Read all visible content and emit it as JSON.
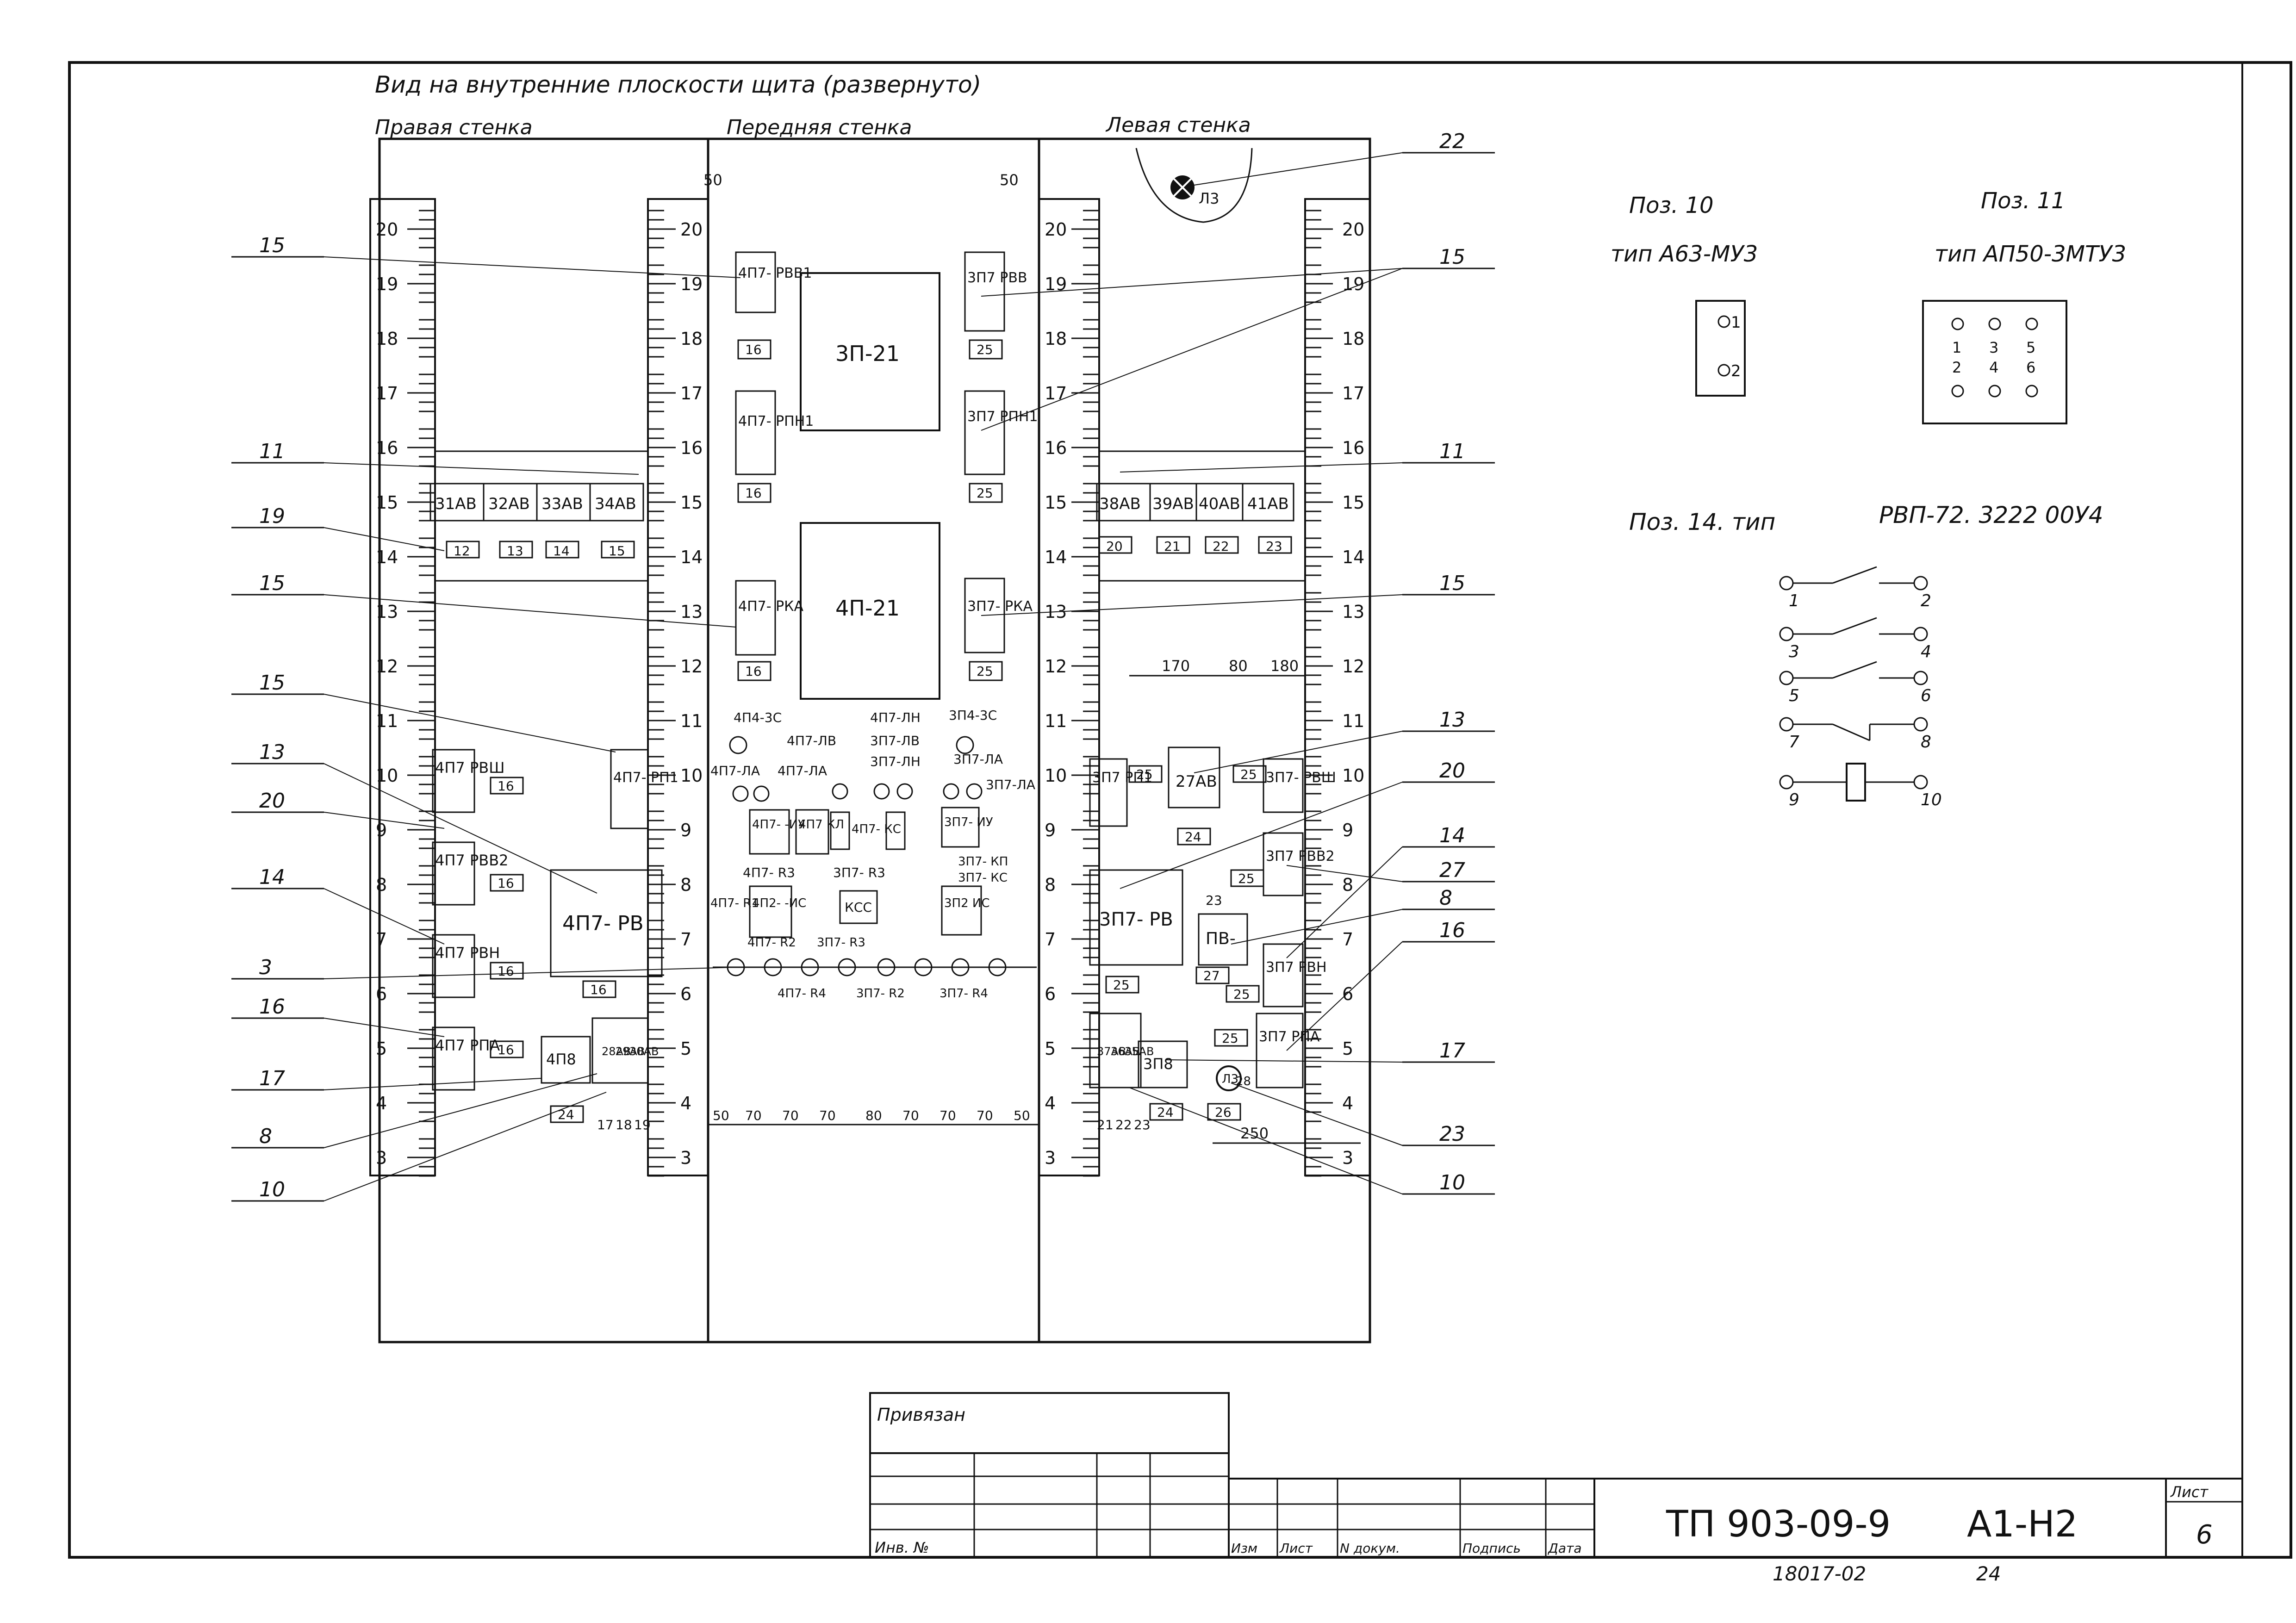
{
  "header": {
    "title": "Вид на внутренние плоскости щита (развернуто)",
    "right_wall": "Правая стенка",
    "front_wall": "Передняя стенка",
    "left_wall": "Левая стенка"
  },
  "ruler_ticks": [
    "20",
    "19",
    "18",
    "17",
    "16",
    "15",
    "14",
    "13",
    "12",
    "11",
    "10",
    "9",
    "8",
    "7",
    "6",
    "5",
    "4",
    "3"
  ],
  "callouts_left": [
    "15",
    "11",
    "19",
    "15",
    "15",
    "13",
    "20",
    "14",
    "3",
    "16",
    "17",
    "8",
    "10"
  ],
  "callouts_right": [
    "22",
    "15",
    "11",
    "15",
    "13",
    "20",
    "14",
    "27",
    "8",
    "16",
    "17",
    "23",
    "10"
  ],
  "right_panel": {
    "breakers": [
      "31АВ",
      "32АВ",
      "33АВ",
      "34АВ"
    ],
    "breaker_tags": [
      "12",
      "13",
      "14",
      "15"
    ],
    "relays": [
      "4П7 РВШ",
      "4П7 РВВ2",
      "4П7 РВН",
      "4П7 РПА"
    ],
    "tag16": "16",
    "tag24": "24",
    "block_4p7_pv": "4П7- РВ",
    "block_4p7_rp1": "4П7- РП1",
    "block_4p8": "4П8",
    "vertical_breakers": [
      "28АВ",
      "29АВ",
      "30АВ"
    ],
    "bottom_tags": [
      "17",
      "18",
      "19"
    ]
  },
  "front_panel": {
    "dim_top_left": "50",
    "dim_top_right": "50",
    "block_3p21": "3П-21",
    "block_4p21": "4П-21",
    "relays_left": [
      "4П7- РВВ1",
      "4П7- РПН1",
      "4П7- РКА"
    ],
    "relays_right": [
      "3П7 РВВ",
      "3П7 РПН1",
      "3П7- РКА"
    ],
    "tag16": "16",
    "tag25": "25",
    "lamp_labels": [
      "4П4-3С",
      "4П7-ЛВ",
      "4П7-ЛН",
      "3П7-ЛВ",
      "3П7-ЛН",
      "3П4-3С",
      "4П7-ЛА",
      "4П7-ЛА",
      "3П7-ЛА",
      "3П7-ЛА"
    ],
    "devices": [
      "4П7- -ИУ",
      "4П7 КЛ",
      "4П7- КС",
      "3П7- ИУ",
      "4П2- -ИС",
      "КСС",
      "3П2 ИС"
    ],
    "small_labels": [
      "3П7- КП",
      "3П7- КС",
      "4П7- R3",
      "3П7- R3",
      "4П7- R1",
      "4П7- R2",
      "3П7- R3",
      "4П7- R4",
      "3П7- R2",
      "3П7- R4"
    ],
    "bottom_dims": [
      "50",
      "70",
      "70",
      "70",
      "80",
      "70",
      "70",
      "70",
      "50"
    ]
  },
  "left_panel": {
    "lamp": "Л3",
    "breakers": [
      "38АВ",
      "39АВ",
      "40АВ",
      "41АВ"
    ],
    "breaker_tags": [
      "20",
      "21",
      "22",
      "23"
    ],
    "dims": [
      "170",
      "80",
      "180"
    ],
    "block_27av": "27АВ",
    "relay_rp1": "3П7 РП1",
    "relay_rvsh": "3П7- РВШ",
    "relay_rvv2": "3П7 РВВ2",
    "relay_rvn": "3П7 РВН",
    "relay_rpa": "3П7 РПА",
    "block_3p7_pv": "3П7- РВ",
    "block_pv": "ПВ-",
    "block_3p8": "3П8",
    "lamp_small": "Л3",
    "vertical_breakers": [
      "37АВ",
      "36АВ",
      "35АВ"
    ],
    "tag23": "23",
    "tag25": "25",
    "tag24": "24",
    "tag26": "26",
    "tag27": "27",
    "tag28": "28",
    "dim_250": "250",
    "bottom_tags": [
      "21",
      "22",
      "23"
    ]
  },
  "pos10": {
    "title": "Поз. 10",
    "type": "тип А63-МУ3",
    "pins": [
      "1",
      "2"
    ]
  },
  "pos11": {
    "title": "Поз. 11",
    "type": "тип АП50-3МТУ3",
    "pins": [
      "1",
      "3",
      "5",
      "2",
      "4",
      "6"
    ]
  },
  "pos14": {
    "title": "Поз. 14.  тип",
    "type": "РВП-72. 3222 00У4",
    "pins": [
      "1",
      "2",
      "3",
      "4",
      "5",
      "6",
      "7",
      "8",
      "9",
      "10"
    ]
  },
  "titleblock": {
    "bound": "Привязан",
    "inv": "Инв. №",
    "cols": [
      "Изм",
      "Лист",
      "N докум.",
      "Подпись",
      "Дата"
    ],
    "code": "ТП 903-09-9",
    "sheet_code": "А1-Н2",
    "sheet_label": "Лист",
    "sheet_no": "6",
    "archive": "18017-02",
    "page": "24"
  }
}
